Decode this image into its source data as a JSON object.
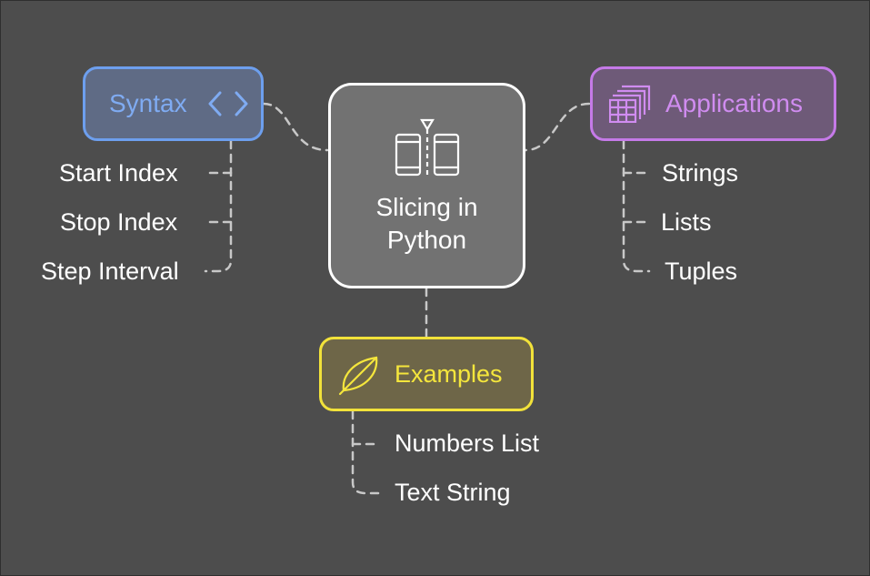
{
  "center": {
    "title": "Slicing in Python",
    "icon": "slice-columns-icon"
  },
  "branches": {
    "syntax": {
      "label": "Syntax",
      "icon": "code-brackets-icon",
      "color": "#6d9fee",
      "items": [
        "Start Index",
        "Stop Index",
        "Step Interval"
      ]
    },
    "applications": {
      "label": "Applications",
      "icon": "stacked-tables-icon",
      "color": "#c57ae8",
      "items": [
        "Strings",
        "Lists",
        "Tuples"
      ]
    },
    "examples": {
      "label": "Examples",
      "icon": "leaf-icon",
      "color": "#f2e23a",
      "items": [
        "Numbers List",
        "Text String"
      ]
    }
  },
  "colors": {
    "background": "#4d4d4d",
    "connector": "#c8c8c8",
    "text": "#ffffff"
  }
}
